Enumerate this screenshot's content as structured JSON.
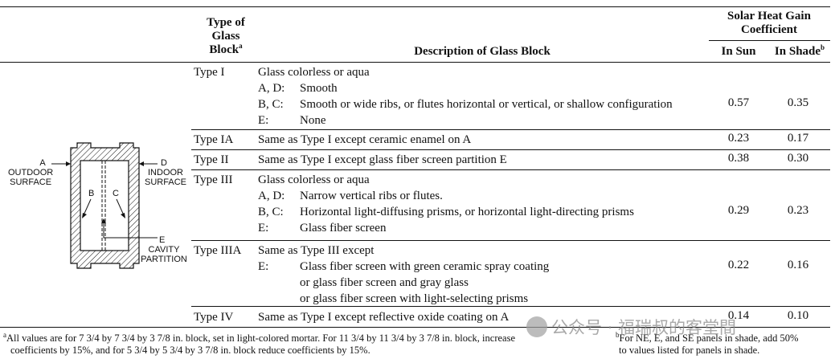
{
  "header": {
    "type_col": [
      "Type of",
      "Glass",
      "Block"
    ],
    "type_col_sup": "a",
    "desc_col": "Description of Glass Block",
    "shgc_col": [
      "Solar Heat Gain",
      "Coefficient"
    ],
    "in_sun": "In Sun",
    "in_shade": "In Shade",
    "in_shade_sup": "b"
  },
  "rows": [
    {
      "type": "Type I",
      "lines": [
        {
          "key": "",
          "text": "Glass colorless or aqua"
        },
        {
          "key": "A, D:",
          "text": "Smooth"
        },
        {
          "key": "B, C:",
          "text": "Smooth or wide ribs, or flutes horizontal or vertical, or shallow configuration"
        },
        {
          "key": "E:",
          "text": "None"
        }
      ],
      "sun": "0.57",
      "shade": "0.35"
    },
    {
      "type": "Type IA",
      "lines": [
        {
          "key": "",
          "text": "Same as Type I except ceramic enamel on A"
        }
      ],
      "sun": "0.23",
      "shade": "0.17"
    },
    {
      "type": "Type II",
      "lines": [
        {
          "key": "",
          "text": "Same as Type I except glass fiber screen partition E"
        }
      ],
      "sun": "0.38",
      "shade": "0.30"
    },
    {
      "type": "Type III",
      "lines": [
        {
          "key": "",
          "text": "Glass colorless or aqua"
        },
        {
          "key": "A, D:",
          "text": "Narrow vertical ribs or flutes."
        },
        {
          "key": "B, C:",
          "text": "Horizontal light-diffusing prisms, or horizontal light-directing prisms"
        },
        {
          "key": "E:",
          "text": "Glass fiber screen"
        }
      ],
      "sun": "0.29",
      "shade": "0.23"
    },
    {
      "type": "Type IIIA",
      "lines": [
        {
          "key": "",
          "text": "Same as Type III except"
        },
        {
          "key": "E:",
          "text": "Glass fiber screen with green ceramic spray coating"
        },
        {
          "key": "",
          "text": "or glass fiber screen and gray glass"
        },
        {
          "key": "",
          "text": "or glass fiber screen with light-selecting prisms"
        }
      ],
      "sun": "0.22",
      "shade": "0.16"
    },
    {
      "type": "Type IV",
      "lines": [
        {
          "key": "",
          "text": "Same as Type I except reflective oxide coating on A"
        }
      ],
      "sun": "0.14",
      "shade": "0.10"
    }
  ],
  "diagram": {
    "label_a_letter": "A",
    "label_a": [
      "OUTDOOR",
      "SURFACE"
    ],
    "label_d_letter": "D",
    "label_d": [
      "INDOOR",
      "SURFACE"
    ],
    "label_b": "B",
    "label_c": "C",
    "label_e_letter": "E",
    "label_e": [
      "CAVITY",
      "PARTITION"
    ]
  },
  "footnotes": {
    "a_mark": "a",
    "a_text_1": "All values are for 7 3/4 by 7 3/4 by 3 7/8 in. block, set in light-colored mortar. For 11 3/4 by 11 3/4 by 3 7/8 in. block, increase",
    "a_text_2": "coefficients by 15%, and for 5 3/4 by 5 3/4 by 3 7/8 in. block reduce coefficients by 15%.",
    "b_mark": "b",
    "b_text_1": "For NE, E, and SE panels in shade, add 50%",
    "b_text_2": "to values listed for panels in shade."
  },
  "watermark": "公众号 · 福瑞叔的客堂間"
}
